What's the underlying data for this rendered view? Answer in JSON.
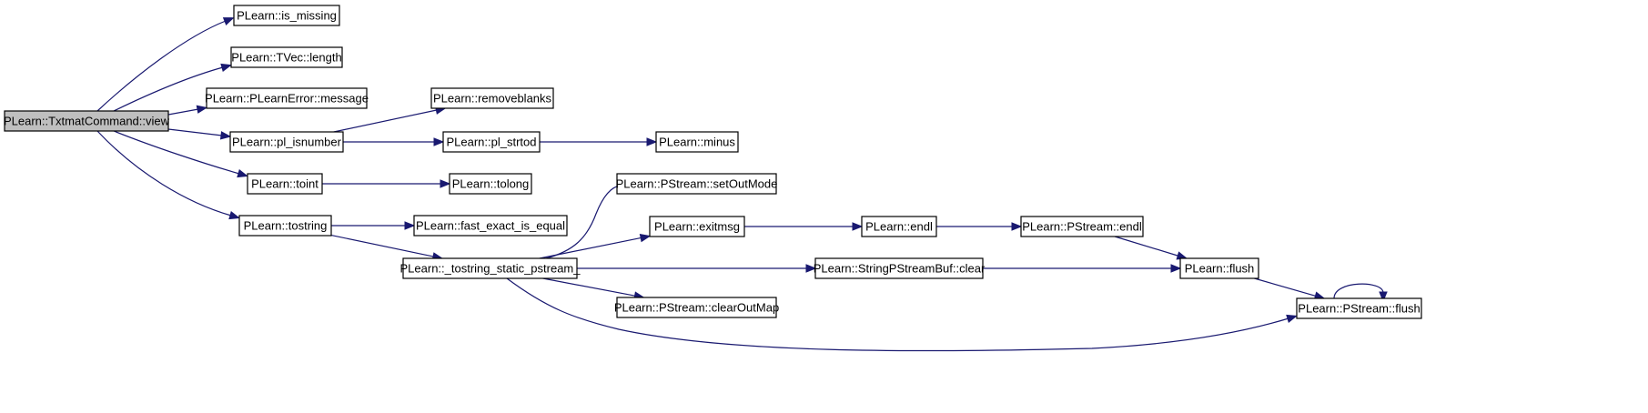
{
  "colors": {
    "edge": "#191970",
    "root_fill": "#bfbfbf",
    "node_fill": "#ffffff",
    "node_border": "#000000"
  },
  "nodes": [
    {
      "id": "view",
      "label": "PLearn::TxtmatCommand::view",
      "root": true
    },
    {
      "id": "is_missing",
      "label": "PLearn::is_missing"
    },
    {
      "id": "tvec_length",
      "label": "PLearn::TVec::length"
    },
    {
      "id": "message",
      "label": "PLearn::PLearnError::message"
    },
    {
      "id": "pl_isnumber",
      "label": "PLearn::pl_isnumber"
    },
    {
      "id": "toint",
      "label": "PLearn::toint"
    },
    {
      "id": "tostring",
      "label": "PLearn::tostring"
    },
    {
      "id": "removeblanks",
      "label": "PLearn::removeblanks"
    },
    {
      "id": "pl_strtod",
      "label": "PLearn::pl_strtod"
    },
    {
      "id": "minus",
      "label": "PLearn::minus"
    },
    {
      "id": "tolong",
      "label": "PLearn::tolong"
    },
    {
      "id": "fast_exact",
      "label": "PLearn::fast_exact_is_equal"
    },
    {
      "id": "tostring_static",
      "label": "PLearn::_tostring_static_pstream_"
    },
    {
      "id": "setoutmode",
      "label": "PLearn::PStream::setOutMode"
    },
    {
      "id": "exitmsg",
      "label": "PLearn::exitmsg"
    },
    {
      "id": "endl",
      "label": "PLearn::endl"
    },
    {
      "id": "pstream_endl",
      "label": "PLearn::PStream::endl"
    },
    {
      "id": "flush",
      "label": "PLearn::flush"
    },
    {
      "id": "spsb_clear",
      "label": "PLearn::StringPStreamBuf::clear"
    },
    {
      "id": "clearoutmap",
      "label": "PLearn::PStream::clearOutMap"
    },
    {
      "id": "pstream_flush",
      "label": "PLearn::PStream::flush"
    }
  ],
  "edges": [
    [
      "view",
      "is_missing"
    ],
    [
      "view",
      "tvec_length"
    ],
    [
      "view",
      "message"
    ],
    [
      "view",
      "pl_isnumber"
    ],
    [
      "view",
      "toint"
    ],
    [
      "view",
      "tostring"
    ],
    [
      "pl_isnumber",
      "removeblanks"
    ],
    [
      "pl_isnumber",
      "pl_strtod"
    ],
    [
      "pl_strtod",
      "minus"
    ],
    [
      "toint",
      "tolong"
    ],
    [
      "tostring",
      "fast_exact"
    ],
    [
      "tostring",
      "tostring_static"
    ],
    [
      "tostring_static",
      "setoutmode"
    ],
    [
      "tostring_static",
      "exitmsg"
    ],
    [
      "tostring_static",
      "spsb_clear"
    ],
    [
      "tostring_static",
      "clearoutmap"
    ],
    [
      "tostring_static",
      "pstream_flush"
    ],
    [
      "exitmsg",
      "endl"
    ],
    [
      "endl",
      "pstream_endl"
    ],
    [
      "pstream_endl",
      "flush"
    ],
    [
      "spsb_clear",
      "flush"
    ],
    [
      "flush",
      "pstream_flush"
    ],
    [
      "pstream_flush",
      "pstream_flush"
    ]
  ]
}
